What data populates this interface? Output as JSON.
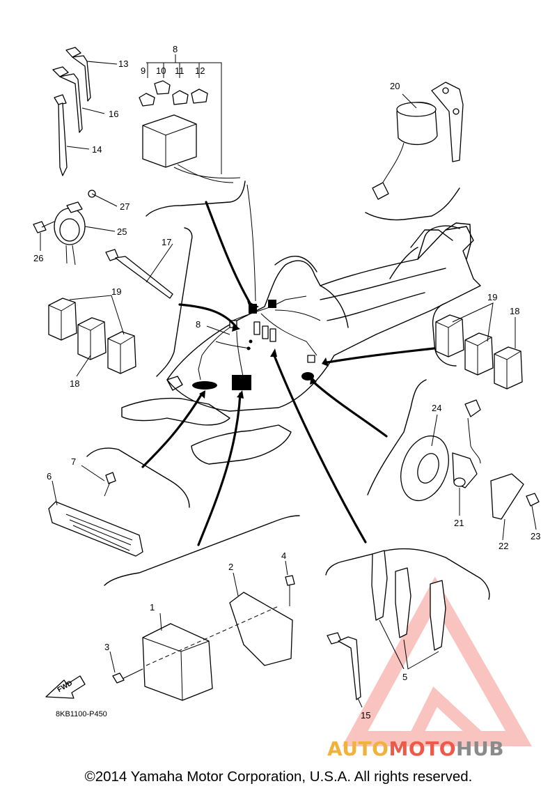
{
  "callouts": [
    {
      "id": "c1",
      "text": "1"
    },
    {
      "id": "c2",
      "text": "2"
    },
    {
      "id": "c3",
      "text": "3"
    },
    {
      "id": "c4",
      "text": "4"
    },
    {
      "id": "c5",
      "text": "5"
    },
    {
      "id": "c6",
      "text": "6"
    },
    {
      "id": "c7",
      "text": "7"
    },
    {
      "id": "c8a",
      "text": "8"
    },
    {
      "id": "c8b",
      "text": "8"
    },
    {
      "id": "c9",
      "text": "9"
    },
    {
      "id": "c10",
      "text": "10"
    },
    {
      "id": "c11",
      "text": "11"
    },
    {
      "id": "c12",
      "text": "12"
    },
    {
      "id": "c13",
      "text": "13"
    },
    {
      "id": "c14",
      "text": "14"
    },
    {
      "id": "c15",
      "text": "15"
    },
    {
      "id": "c16",
      "text": "16"
    },
    {
      "id": "c17",
      "text": "17"
    },
    {
      "id": "c18a",
      "text": "18"
    },
    {
      "id": "c18b",
      "text": "18"
    },
    {
      "id": "c19a",
      "text": "19"
    },
    {
      "id": "c19b",
      "text": "19"
    },
    {
      "id": "c20",
      "text": "20"
    },
    {
      "id": "c21",
      "text": "21"
    },
    {
      "id": "c22",
      "text": "22"
    },
    {
      "id": "c23",
      "text": "23"
    },
    {
      "id": "c24",
      "text": "24"
    },
    {
      "id": "c25",
      "text": "25"
    },
    {
      "id": "c26",
      "text": "26"
    },
    {
      "id": "c27",
      "text": "27"
    }
  ],
  "fwd_label": "FWD",
  "diagram_code": "8KB1100-P450",
  "copyright": "©2014 Yamaha Motor Corporation, U.S.A. All rights reserved.",
  "watermark": {
    "part1": "AUTO",
    "part2": "MOTO",
    "part3": "HUB"
  },
  "colors": {
    "line": "#000000",
    "watermark_orange": "#f0b23b",
    "watermark_red": "#ee5a4a",
    "watermark_gray": "#8a8a8a"
  }
}
